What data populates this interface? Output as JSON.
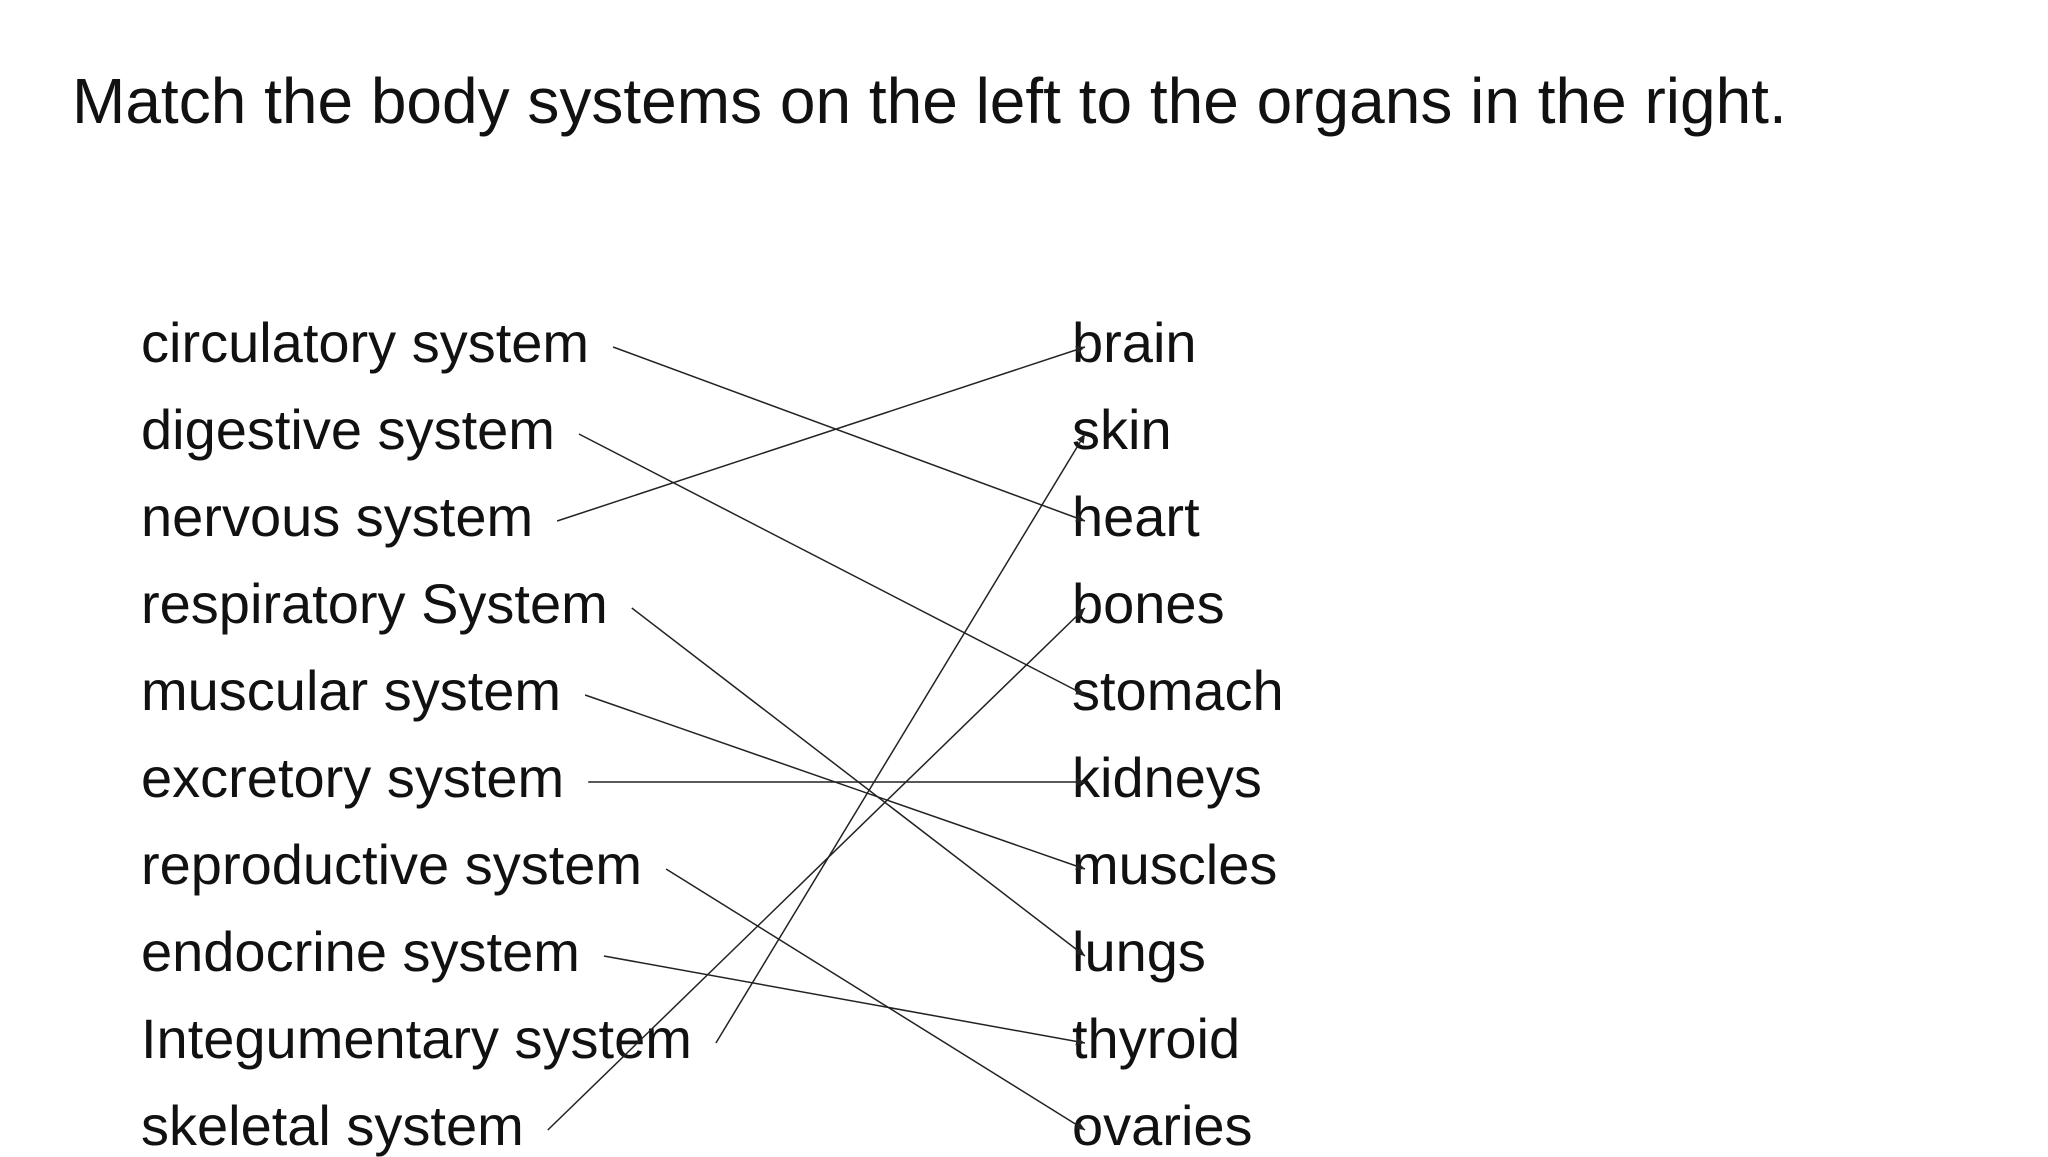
{
  "title": "Match the body systems on the left to the organs in the right.",
  "left_items": [
    "circulatory system",
    "digestive system",
    "nervous system",
    "respiratory System",
    "muscular system",
    "excretory system",
    "reproductive system",
    "endocrine system",
    "Integumentary system",
    "skeletal system"
  ],
  "right_items": [
    "brain",
    "skin",
    "heart",
    "bones",
    "stomach",
    "kidneys",
    "muscles",
    "lungs",
    "thyroid",
    "ovaries"
  ],
  "matches": [
    {
      "from": "circulatory system",
      "to": "heart"
    },
    {
      "from": "digestive system",
      "to": "stomach"
    },
    {
      "from": "nervous system",
      "to": "brain"
    },
    {
      "from": "respiratory System",
      "to": "lungs"
    },
    {
      "from": "muscular system",
      "to": "muscles"
    },
    {
      "from": "excretory system",
      "to": "kidneys"
    },
    {
      "from": "reproductive system",
      "to": "ovaries"
    },
    {
      "from": "endocrine system",
      "to": "thyroid"
    },
    {
      "from": "Integumentary system",
      "to": "skin"
    },
    {
      "from": "skeletal system",
      "to": "bones"
    }
  ],
  "line_color": "#222222"
}
